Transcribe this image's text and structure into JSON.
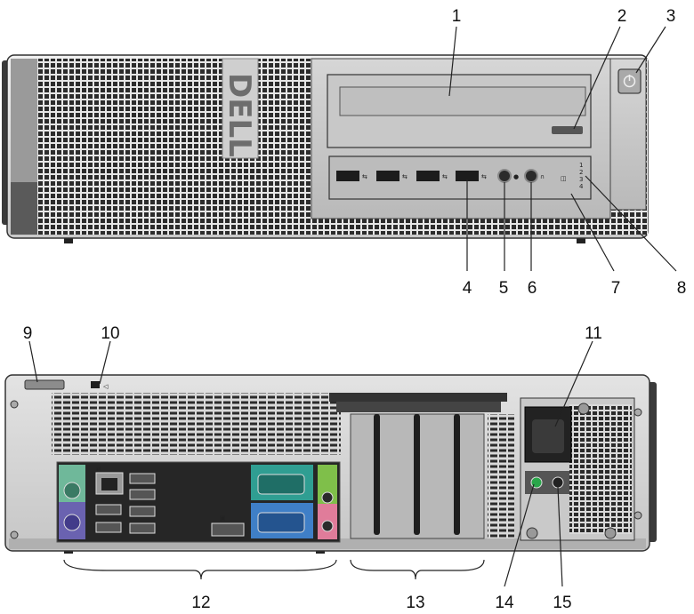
{
  "logo_text": "DELL",
  "callouts": [
    "1",
    "2",
    "3",
    "4",
    "5",
    "6",
    "7",
    "8",
    "9",
    "10",
    "11",
    "12",
    "13",
    "14",
    "15"
  ],
  "colors": {
    "ps2_keyboard": "#6fb89a",
    "ps2_mouse": "#6a62b0",
    "serial_port": "#2f9e92",
    "vga_port": "#3f7fc7",
    "line_in": "#4d86c9",
    "line_out": "#7fbf4a",
    "mic": "#e07c9a",
    "led_green": "#2aa64a"
  }
}
